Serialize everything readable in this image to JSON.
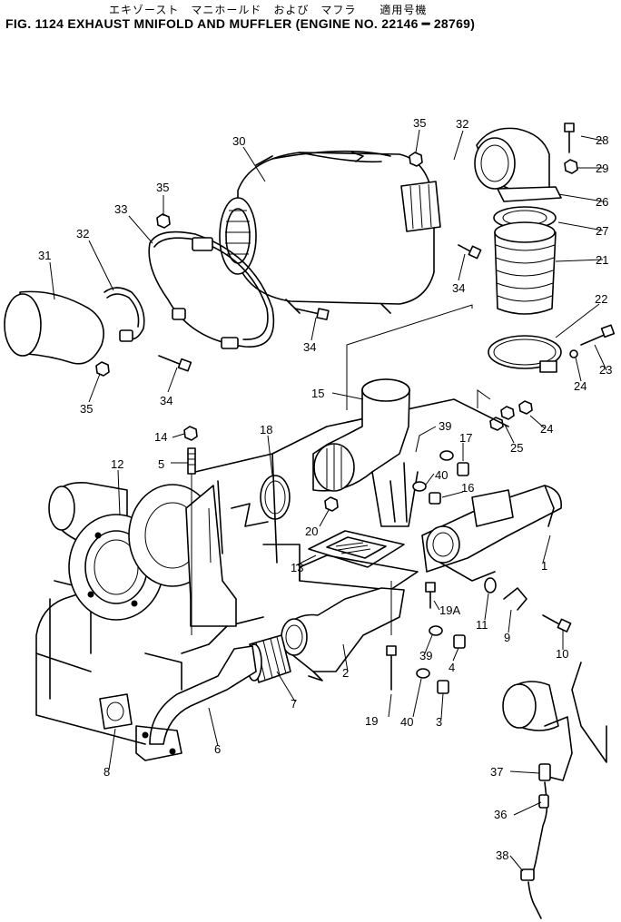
{
  "header": {
    "japanese_title": "エキゾースト　マニホールド　および　マフラ　　適用号機",
    "english_title": "FIG. 1124   EXHAUST  MNIFOLD  AND  MUFFLER (ENGINE  NO.  22146 ━ 28769)"
  },
  "callouts": [
    "35",
    "32",
    "30",
    "28",
    "29",
    "26",
    "27",
    "21",
    "35",
    "33",
    "32",
    "31",
    "34",
    "34",
    "34",
    "35",
    "22",
    "23",
    "24",
    "24",
    "25",
    "15",
    "39",
    "17",
    "40",
    "16",
    "14",
    "5",
    "18",
    "12",
    "20",
    "13",
    "1",
    "19A",
    "11",
    "9",
    "10",
    "39",
    "4",
    "2",
    "7",
    "6",
    "8",
    "19",
    "40",
    "3",
    "37",
    "36",
    "38"
  ]
}
